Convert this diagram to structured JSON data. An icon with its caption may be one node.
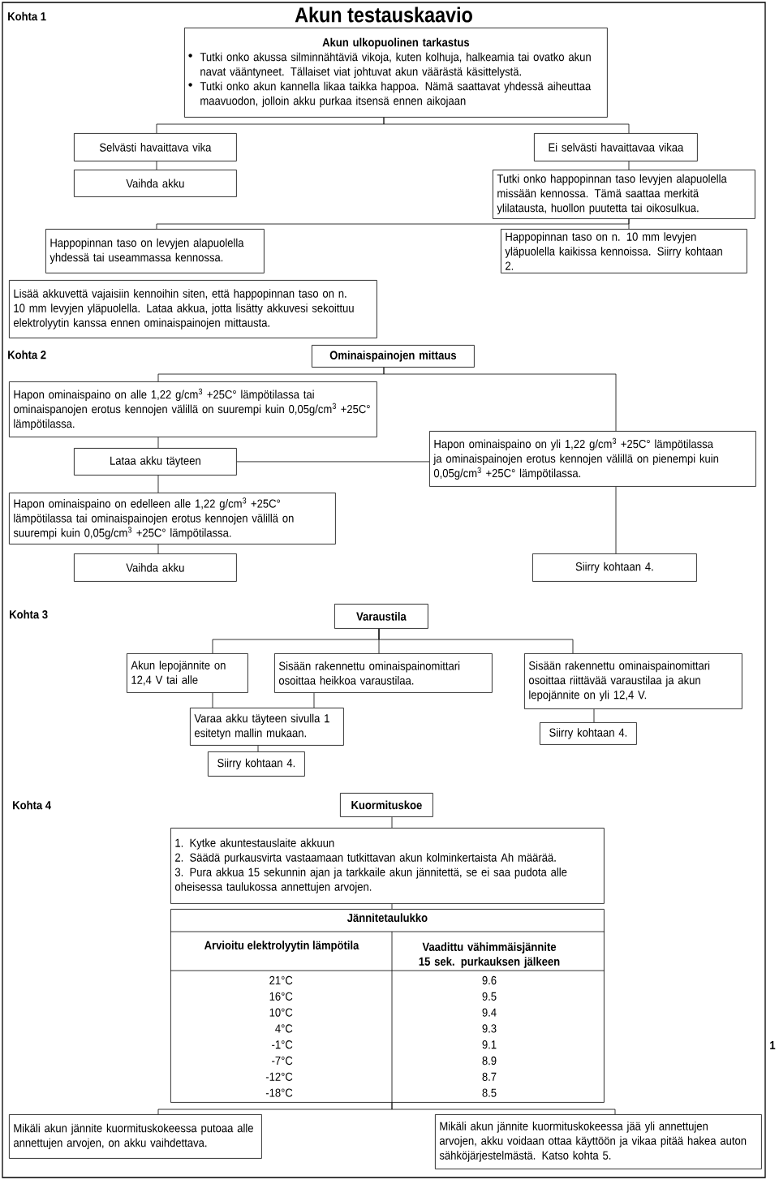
{
  "diagram": {
    "title": "Akun testauskaavio",
    "nodes": [
      {
        "text": [
          "Akun ulkopuolinen tarkastus",
          "Tutki onko akussa silminnähtäviä vikoja, kuten kolhuja, halkeamia tai ovatko akun navat vääntyneet. Tällaiset viat johtuvat akun väärästä käsittelystä.",
          "Tutki onko akun kannella likaa taikka happoa. Nämä saattavat yhdessä aiheuttaa maavuodon, jolloin akku purkaa itsensä ennen aikojaan"
        ]
      },
      {
        "text": [
          "Selvästi havaittava vika"
        ]
      },
      {
        "text": [
          "Vaihda akku"
        ]
      },
      {
        "text": [
          "Ei selvästi havaittavaa vikaa"
        ]
      },
      {
        "text": [
          "Tutki onko happopinnan taso levyjen alapuolella missään kennossa. Tämä saattaa merkitä ylilatausta, huollon puutetta tai oikosulkua."
        ]
      },
      {
        "text": [
          "Happopinnan taso on levyjen alapuolella yhdessä tai useammassa kennossa."
        ]
      },
      {
        "text": [
          "Happopinnan taso on n. 10 mm levyjen yläpuolella kaikissa kennoissa. Siirry kohtaan 2."
        ]
      },
      {
        "text": [
          "Lisää akkuvettä vajaisiin kennoihin siten, että happopinnan taso on n. 10 mm levyjen yläpuolella. Lataa akkua, jotta lisätty akkuvesi sekoittuu elektrolyytin kanssa ennen ominaispainojen mittausta."
        ]
      },
      {
        "text": [
          "Ominaispainojen mittaus"
        ]
      },
      {
        "text": [
          "Hapon ominaispaino on alle 1,22 g/cm$^{3}$ +25C° lämpötilassa tai ominaispanojen erotus kennojen välillä on suurempi kuin 0,05g/cm$^{3}$ +25C° lämpötilassa."
        ]
      },
      {
        "text": [
          "Lataa akku täyteen"
        ]
      },
      {
        "text": [
          "Hapon ominaispaino on yli 1,22 g/cm$^{3}$ +25C° lämpötilassa ja ominaispainojen erotus kennojen välillä on pienempi kuin 0,05g/cm$^{3}$ +25C° lämpötilassa."
        ]
      },
      {
        "text": [
          "Hapon ominaispaino on edelleen alle 1,22 g/cm$^{3}$ +25C° lämpötilassa tai ominaispainojen erotus kennojen välillä on suurempi kuin 0,05g/cm$^{3}$ +25C° lämpötilassa."
        ]
      },
      {
        "text": [
          "Vaihda akku"
        ]
      },
      {
        "text": [
          "Siirry kohtaan 4."
        ]
      },
      {
        "text": [
          "Varaustila"
        ]
      },
      {
        "text": [
          "Akun lepojännite on 12,4 V tai alle"
        ]
      },
      {
        "text": [
          "Sisään rakennettu ominaispainomittari osoittaa heikkoa varaustilaa."
        ]
      },
      {
        "text": [
          "Sisään rakennettu ominaispainomittari osoittaa riittävää varaustilaa ja akun lepojännite on yli 12,4 V."
        ]
      },
      {
        "text": [
          "Varaa akku täyteen sivulla 1 esitetyn mallin mukaan."
        ]
      },
      {
        "text": [
          "Siirry kohtaan 4."
        ]
      },
      {
        "text": [
          "Siirry kohtaan 4."
        ]
      },
      {
        "text": [
          "Kuormituskoe"
        ]
      },
      {
        "text": [
          "1. Kytke akuntestauslaite akkuun",
          "2. Säädä purkausvirta vastaamaan tutkittavan akun kolminkertaista Ah määrää.",
          "3. Pura akkua 15 sekunnin ajan ja tarkkaile akun jännitettä, se ei saa pudota alle oheisessa taulukossa annettujen arvojen."
        ]
      },
      {
        "text": [
          "Jännitetaulukko"
        ]
      },
      {
        "text": [
          "Mikäli akun jännite kuormituskokeessa putoaa alle annettujen arvojen, on akku vaihdettava."
        ]
      },
      {
        "text": [
          "Mikäli akun jännite kuormituskokeessa jää yli annettujen arvojen, akku voidaan ottaa käyttöön ja vikaa pitää hakea auton sähköjärjestelmästä. Katso kohta 5."
        ]
      }
    ],
    "edges": [
      {
        "from": 0,
        "to": 1,
        "arrow": "none"
      },
      {
        "from": 0,
        "to": 3,
        "arrow": "none"
      },
      {
        "from": 1,
        "to": 2,
        "arrow": "none"
      },
      {
        "from": 3,
        "to": 4,
        "arrow": "none"
      },
      {
        "from": 4,
        "to": 5,
        "arrow": "none"
      },
      {
        "from": 4,
        "to": 6,
        "arrow": "none"
      },
      {
        "from": 8,
        "to": 9,
        "arrow": "none"
      },
      {
        "from": 8,
        "to": 11,
        "arrow": "none"
      },
      {
        "from": 9,
        "to": 10,
        "arrow": "none"
      },
      {
        "from": 10,
        "to": 11,
        "arrow": "none"
      },
      {
        "from": 10,
        "to": 12,
        "arrow": "none"
      },
      {
        "from": 12,
        "to": 13,
        "arrow": "none"
      },
      {
        "from": 11,
        "to": 14,
        "arrow": "none"
      },
      {
        "from": 15,
        "to": 16,
        "arrow": "none"
      },
      {
        "from": 15,
        "to": 17,
        "arrow": "none"
      },
      {
        "from": 15,
        "to": 18,
        "arrow": "none"
      },
      {
        "from": 16,
        "to": 19,
        "arrow": "none"
      },
      {
        "from": 17,
        "to": 19,
        "arrow": "none"
      },
      {
        "from": 19,
        "to": 20,
        "arrow": "none"
      },
      {
        "from": 18,
        "to": 21,
        "arrow": "none"
      },
      {
        "from": 22,
        "to": 23,
        "arrow": "none"
      },
      {
        "from": 23,
        "to": 24,
        "arrow": "none"
      },
      {
        "from": 24,
        "to": 25,
        "arrow": "none"
      },
      {
        "from": 24,
        "to": 26,
        "arrow": "none"
      }
    ],
    "labels": [
      "Kohta 1",
      "Kohta 2",
      "Kohta 3",
      "Kohta 4",
      "Arvioitu elektrolyytin lämpötila",
      "Vaadittu vähimmäisjännite 15 sek. purkauksen jälkeen",
      "21°C",
      "9.6",
      "16°C",
      "9.5",
      "10°C",
      "9.4",
      "4°C",
      "9.3",
      "-1°C",
      "9.1",
      "-7°C",
      "8.9",
      "-12°C",
      "8.7",
      "-18°C",
      "8.5",
      "1"
    ]
  }
}
